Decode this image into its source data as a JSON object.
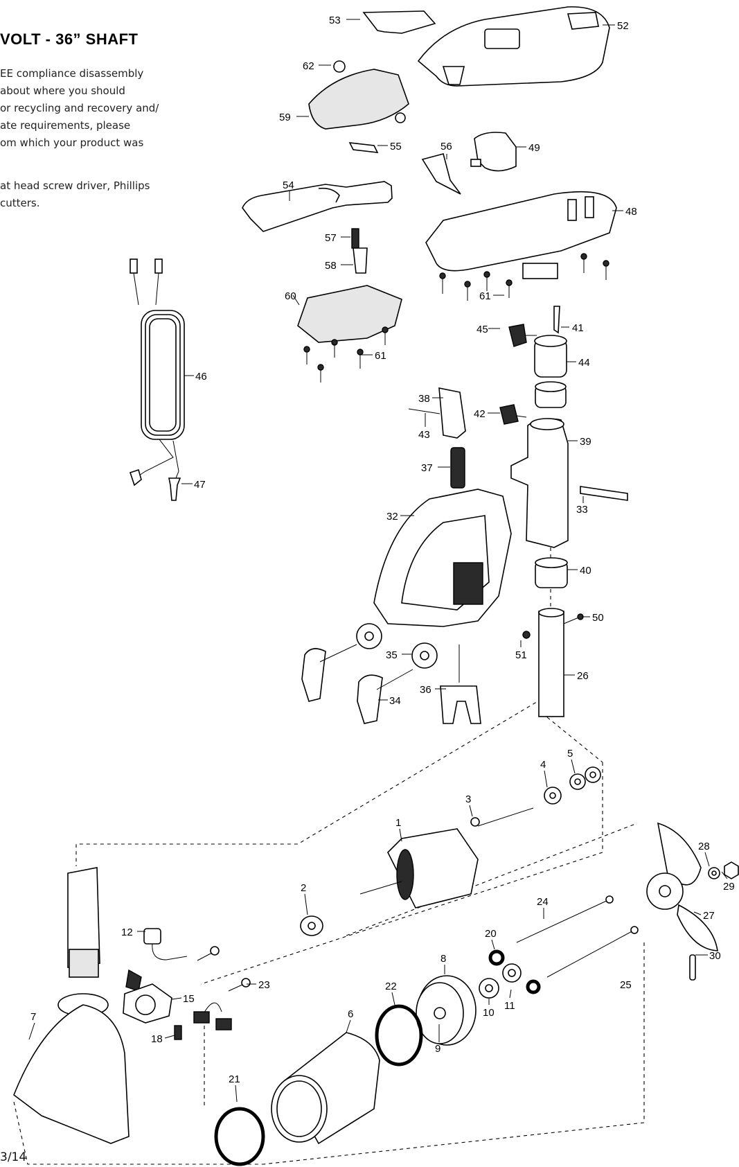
{
  "header": {
    "title": "VOLT - 36” SHAFT",
    "intro_lines": [
      "EE compliance disassembly",
      "about where you should",
      "or recycling and recovery and/",
      "ate requirements, please",
      "om which your product was"
    ],
    "tools_lines": [
      "at head screw driver, Phillips",
      "cutters."
    ]
  },
  "footer": {
    "page_number": "3/14"
  },
  "callouts": {
    "c53": "53",
    "c52": "52",
    "c62": "62",
    "c59": "59",
    "c55": "55",
    "c56": "56",
    "c49": "49",
    "c54": "54",
    "c48": "48",
    "c57": "57",
    "c58": "58",
    "c60": "60",
    "c61a": "61",
    "c61b": "61",
    "c45": "45",
    "c41": "41",
    "c44": "44",
    "c46": "46",
    "c47": "47",
    "c38": "38",
    "c43": "43",
    "c42": "42",
    "c39": "39",
    "c37": "37",
    "c32": "32",
    "c33": "33",
    "c40": "40",
    "c50": "50",
    "c51": "51",
    "c35": "35",
    "c26": "26",
    "c36": "36",
    "c34": "34",
    "c4": "4",
    "c5": "5",
    "c3": "3",
    "c1": "1",
    "c28": "28",
    "c29": "29",
    "c2": "2",
    "c24": "24",
    "c27": "27",
    "c12": "12",
    "c20": "20",
    "c8": "8",
    "c30": "30",
    "c23": "23",
    "c22": "22",
    "c25": "25",
    "c15": "15",
    "c11": "11",
    "c10": "10",
    "c7": "7",
    "c6": "6",
    "c9": "9",
    "c18": "18",
    "c21": "21"
  }
}
